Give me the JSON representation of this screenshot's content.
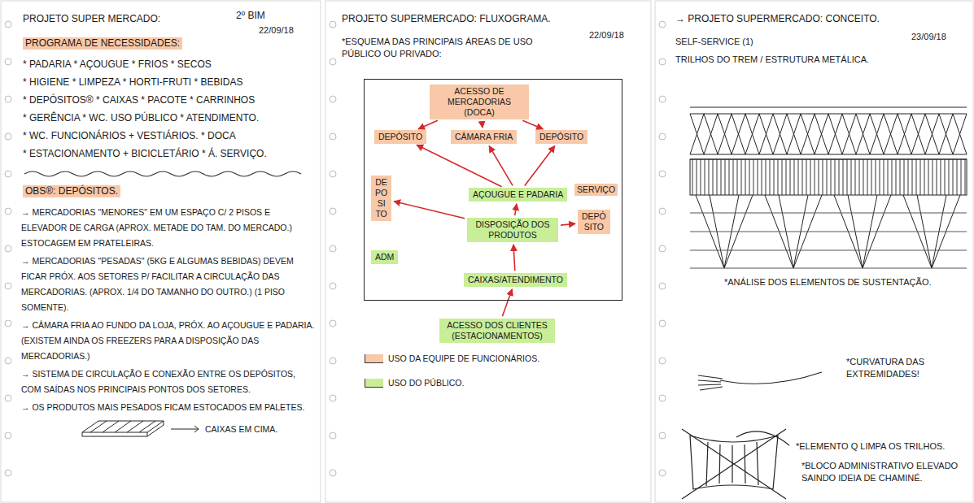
{
  "diagram": {
    "nodes": [
      {
        "text": [
          "SERVIÇO"
        ]
      },
      {
        "text": [
          "ACESSO DE MERCADORIAS (DOCA)"
        ],
        "in": 0
      },
      {
        "text": [
          "DEPÓSITO"
        ],
        "in": 0
      },
      {
        "text": [
          "CÂMARA FRIA"
        ],
        "in": 0
      },
      {
        "text": [
          "DEPÓSITO"
        ],
        "in": 0
      },
      {
        "text": [
          "AÇOUGUE E PADARIA"
        ],
        "in": 0
      },
      {
        "text": [
          "DE PO SI TO"
        ],
        "in": 0
      },
      {
        "text": [
          "DEPÓ SITO"
        ],
        "in": 0
      },
      {
        "text": [
          "DISPOSIÇÃO DOS PRODUTOS"
        ],
        "in": 0
      },
      {
        "text": [
          "ADM"
        ],
        "in": 0
      },
      {
        "text": [
          "CAIXAS/ATENDIMENTO"
        ],
        "in": 0
      },
      {
        "text": [
          "ACESSO DOS CLIENTES (ESTACIONAMENTOS)"
        ]
      }
    ],
    "edges": [
      {
        "from": 1,
        "to": 2,
        "arrow": "to"
      },
      {
        "from": 1,
        "to": 3,
        "arrow": "to"
      },
      {
        "from": 1,
        "to": 4,
        "arrow": "to"
      },
      {
        "from": 5,
        "to": 2,
        "arrow": "to"
      },
      {
        "from": 5,
        "to": 3,
        "arrow": "to"
      },
      {
        "from": 5,
        "to": 4,
        "arrow": "to"
      },
      {
        "from": 8,
        "to": 5,
        "arrow": "to"
      },
      {
        "from": 8,
        "to": 6,
        "arrow": "to"
      },
      {
        "from": 8,
        "to": 7,
        "arrow": "to"
      },
      {
        "from": 10,
        "to": 8,
        "arrow": "to"
      },
      {
        "from": 11,
        "to": 10,
        "arrow": "to"
      }
    ],
    "labels": [
      "PROJETO SUPER MERCADO:",
      "2º BIM",
      "22/09/18",
      "PROGRAMA DE NECESSIDADES:",
      "* PADARIA * AÇOUGUE * FRIOS * SECOS",
      "* HIGIENE * LIMPEZA * HORTI-FRUTI * BEBIDAS",
      "* DEPÓSITOS® * CAIXAS * PACOTE * CARRINHOS",
      "* GERÊNCIA * WC. USO PÚBLICO * ATENDIMENTO.",
      "* WC. FUNCIONÁRIOS + VESTIÁRIOS. * DOCA",
      "* ESTACIONAMENTO + BICICLETÁRIO * Á. SERVIÇO.",
      "OBS®: DEPÓSITOS.",
      "→ MERCADORIAS \"MENORES\" EM UM ESPAÇO C/ 2 PISOS E ELEVADOR DE CARGA (APROX. METADE DO TAM. DO MERCADO.) ESTOCAGEM EM PRATELEIRAS.",
      "→ MERCADORIAS \"PESADAS\" (5KG E ALGUMAS BEBIDAS) DEVEM FICAR PRÓX. AOS SETORES P/ FACILITAR A CIRCULAÇÃO DAS MERCADORIAS. (APROX. 1/4 DO TAMANHO DO OUTRO.) (1 PISO SOMENTE).",
      "→ CÂMARA FRIA AO FUNDO DA LOJA, PRÓX. AO AÇOUGUE E PADARIA. (EXISTEM AINDA OS FREEZERS PARA A DISPOSIÇÃO DAS MERCADORIAS.)",
      "→ SISTEMA DE CIRCULAÇÃO E CONEXÃO ENTRE OS DEPÓSITOS, COM SAÍDAS NOS PRINCIPAIS PONTOS DOS SETORES.",
      "→ OS PRODUTOS MAIS PESADOS FICAM ESTOCADOS EM PALETES.",
      "CAIXAS EM CIMA.",
      "PROJETO SUPERMERCADO: FLUXOGRAMA.",
      "22/09/18",
      "*ESQUEMA DAS PRINCIPAIS ÁREAS DE USO PÚBLICO OU PRIVADO:",
      "→ PROJETO SUPERMERCADO: CONCEITO.",
      "23/09/18",
      "SELF-SERVICE (1)",
      "TRILHOS DO TREM / ESTRUTURA METÁLICA.",
      "*ANÁLISE DOS ELEMENTOS DE SUSTENTAÇÃO.",
      "*CURVATURA DAS EXTREMIDADES!",
      "*ELEMENTO Q LIMPA OS TRILHOS.",
      "*BLOCO ADMINISTRATIVO ELEVADO SAINDO IDEIA DE CHAMINÉ."
    ],
    "legend": [
      {
        "text": "USO DA EQUIPE DE FUNCIONÁRIOS.",
        "color": "#f8c8a8"
      },
      {
        "text": "USO DO PÚBLICO.",
        "color": "#c8ee98"
      }
    ]
  }
}
